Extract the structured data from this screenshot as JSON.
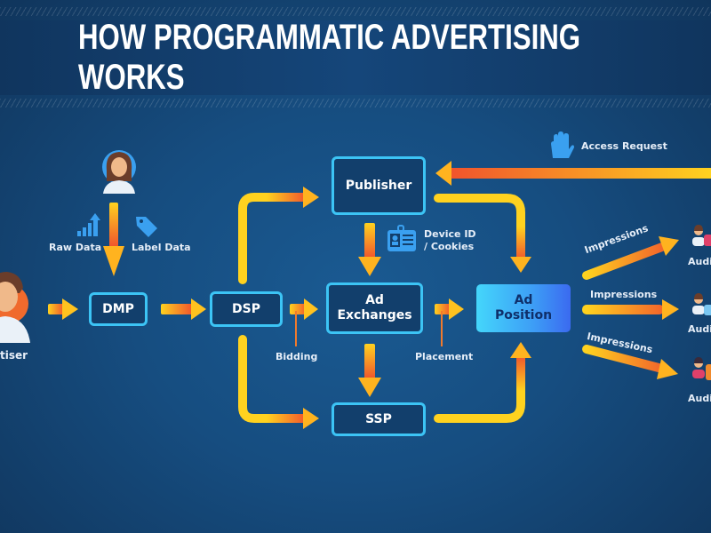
{
  "title": "HOW PROGRAMMATIC ADVERTISING WORKS",
  "nodes": {
    "advertiser": "tiser",
    "dmp": "DMP",
    "dsp": "DSP",
    "publisher": "Publisher",
    "ad_exchanges_line1": "Ad",
    "ad_exchanges_line2": "Exchanges",
    "ssp": "SSP",
    "ad_position_line1": "Ad",
    "ad_position_line2": "Position",
    "audience_1": "Audi",
    "audience_2": "Audi",
    "audience_3": "Audi"
  },
  "labels": {
    "raw_data": "Raw Data",
    "label_data": "Label Data",
    "device_id_line1": "Device ID",
    "device_id_line2": "/ Cookies",
    "bidding": "Bidding",
    "placement": "Placement",
    "access_request": "Access Request",
    "impressions_1": "Impressions",
    "impressions_2": "Impressions",
    "impressions_3": "Impressions"
  },
  "icons": {
    "data_user": "person-icon",
    "raw_data": "bar-chart-icon",
    "label_data": "tag-icon",
    "device_id": "id-card-icon",
    "access_request": "hand-icon",
    "audience": "people-icon"
  },
  "colors": {
    "box_border": "#3cc4f5",
    "arrow_start": "#ffd21f",
    "arrow_end": "#f0532d",
    "ad_position_fill": "#44d6fb"
  }
}
